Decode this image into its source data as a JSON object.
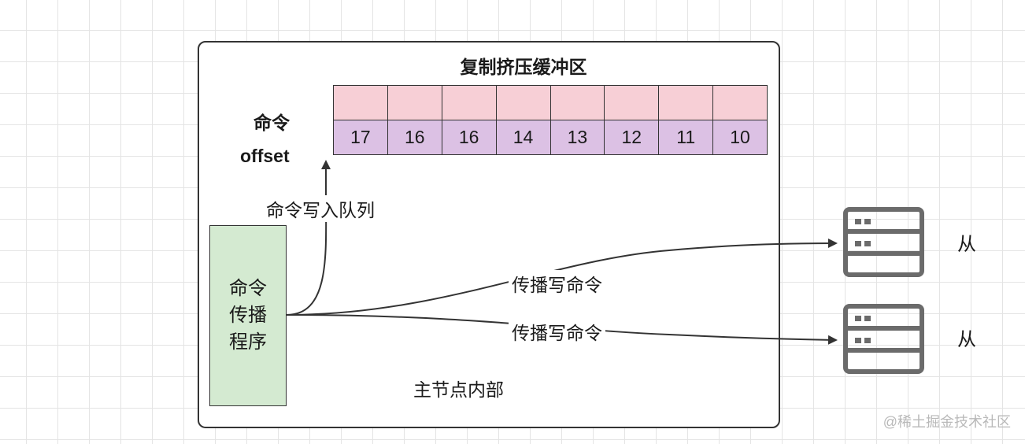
{
  "buffer": {
    "title": "复制挤压缓冲区",
    "command_row_label": "命令",
    "offset_row_label": "offset",
    "offsets": [
      "17",
      "16",
      "16",
      "14",
      "13",
      "12",
      "11",
      "10"
    ]
  },
  "propagator": {
    "lines": [
      "命令",
      "传播",
      "程序"
    ]
  },
  "edges": {
    "write_queue_label": "命令写入队列",
    "propagate_label_1": "传播写命令",
    "propagate_label_2": "传播写命令"
  },
  "main_box_label": "主节点内部",
  "servers": [
    {
      "label": "从",
      "icon": "server-icon"
    },
    {
      "label": "从",
      "icon": "server-icon"
    }
  ],
  "watermark": "@稀土掘金技术社区",
  "colors": {
    "command_cell": "#f7cfd6",
    "offset_cell": "#dcc1e4",
    "propagator_fill": "#d4ead1",
    "stroke": "#333333",
    "server_icon": "#6b6b6b"
  }
}
